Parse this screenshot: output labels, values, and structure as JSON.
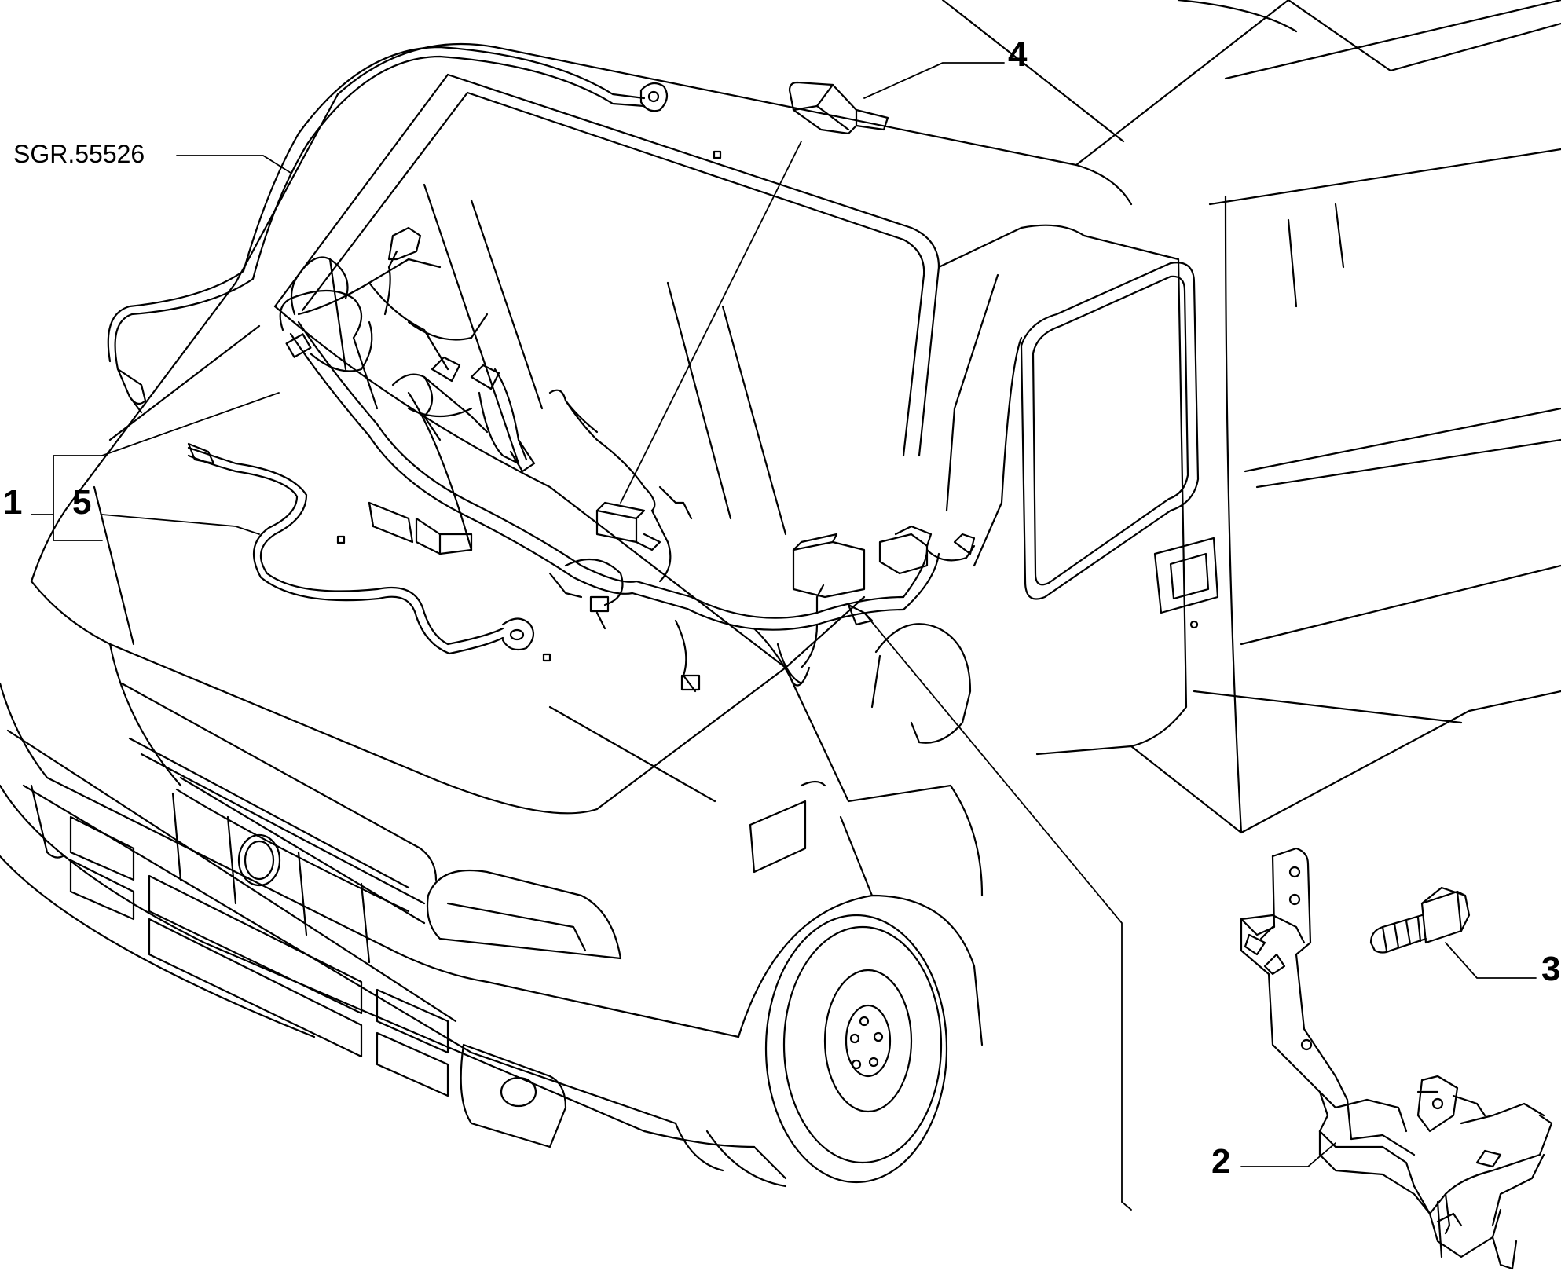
{
  "diagram": {
    "reference_code": "SGR.55526",
    "callouts": [
      {
        "number": "1",
        "part": "front wiring harness assembly"
      },
      {
        "number": "2",
        "part": "harness mounting bracket"
      },
      {
        "number": "3",
        "part": "bolt"
      },
      {
        "number": "4",
        "part": "harness cover clip"
      },
      {
        "number": "5",
        "part": "branch cable with eyelet terminal"
      }
    ],
    "colors": {
      "line": "#000000",
      "background": "#ffffff"
    }
  }
}
